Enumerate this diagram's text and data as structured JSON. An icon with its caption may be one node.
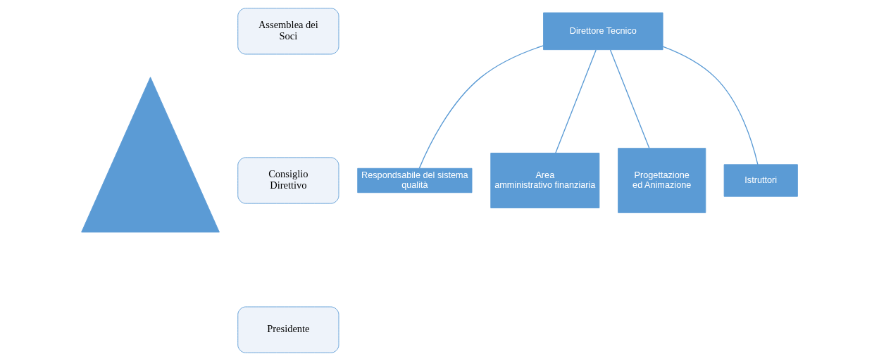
{
  "diagram": {
    "nodes": [
      {
        "text": [],
        "shape": "triangle"
      },
      {
        "text": [
          "Assemblea dei Soci"
        ]
      },
      {
        "text": [
          "Consiglio Direttivo"
        ]
      },
      {
        "text": [
          "Presidente"
        ]
      },
      {
        "text": [
          "Direttore Tecnico"
        ]
      },
      {
        "text": [
          "Respondsabile del sistema qualità"
        ]
      },
      {
        "text": [
          "Area amministrativo finanziaria"
        ]
      },
      {
        "text": [
          "Progettazione ed Animazione"
        ]
      },
      {
        "text": [
          "Istruttori"
        ]
      }
    ],
    "edges": [
      {
        "from": 4,
        "to": 5,
        "arrow": "none"
      },
      {
        "from": 4,
        "to": 6,
        "arrow": "none"
      },
      {
        "from": 4,
        "to": 7,
        "arrow": "none"
      },
      {
        "from": 4,
        "to": 8,
        "arrow": "none"
      }
    ]
  }
}
